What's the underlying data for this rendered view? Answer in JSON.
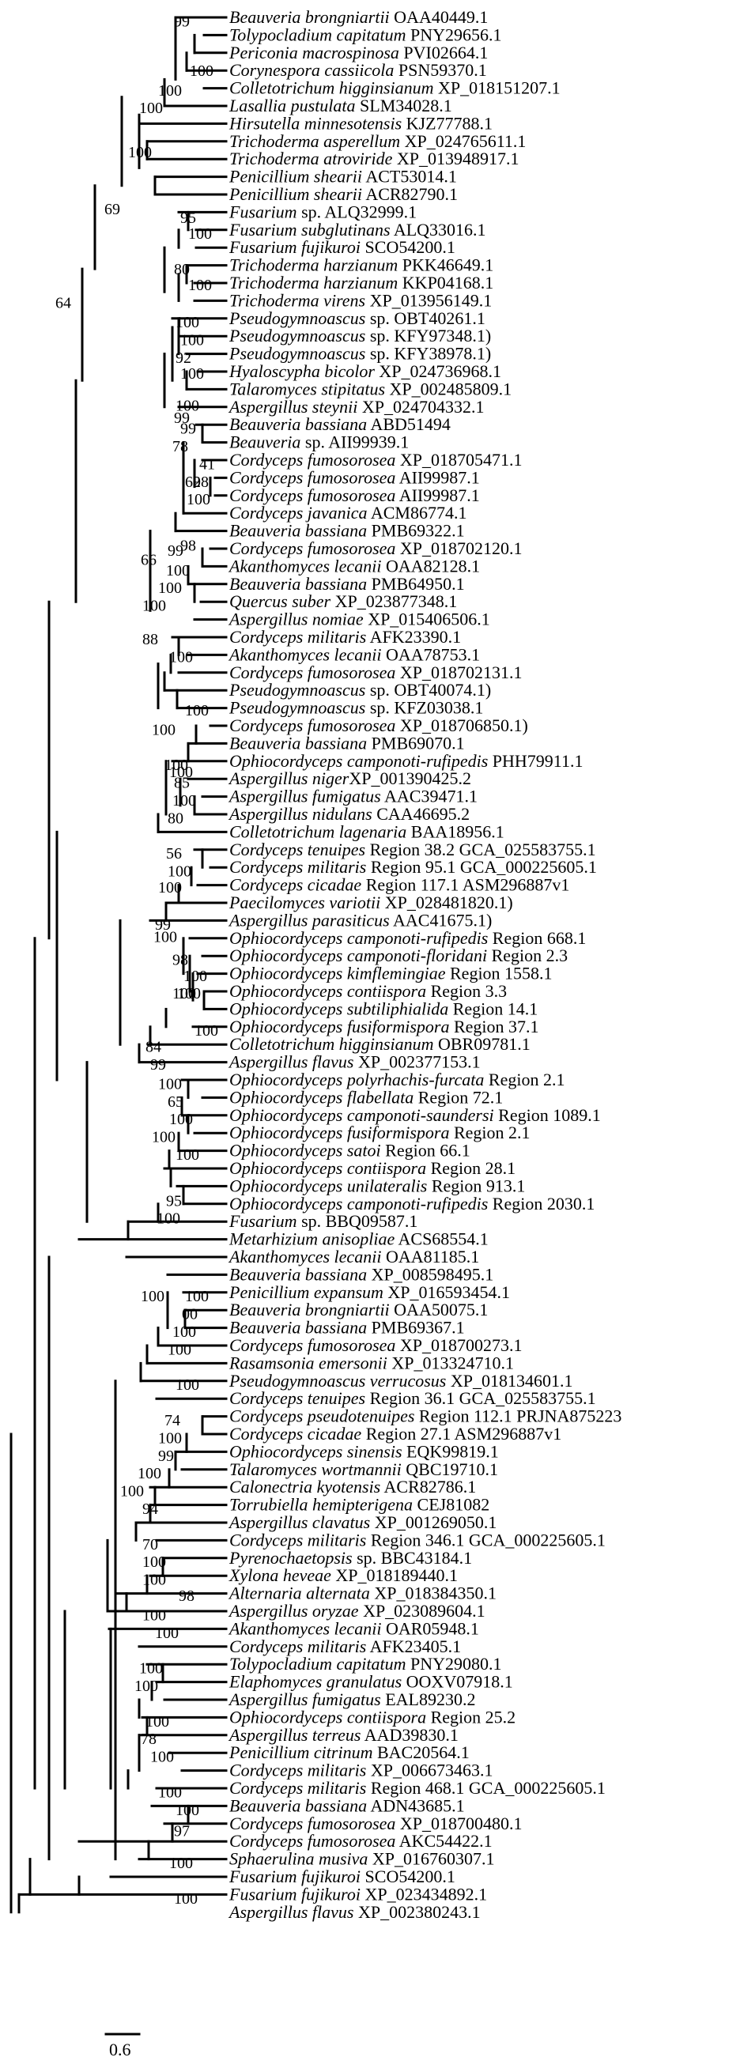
{
  "tree": {
    "taxa": [
      {
        "sp": "Beauveria brongniartii",
        "rest": " OAA40449.1"
      },
      {
        "sp": "Tolypocladium capitatum",
        "rest": " PNY29656.1"
      },
      {
        "sp": "Periconia macrospinosa",
        "rest": " PVI02664.1"
      },
      {
        "sp": "Corynespora cassiicola",
        "rest": " PSN59370.1"
      },
      {
        "sp": "Colletotrichum higginsianum",
        "rest": " XP_018151207.1"
      },
      {
        "sp": "Lasallia pustulata",
        "rest": " SLM34028.1"
      },
      {
        "sp": "Hirsutella minnesotensis",
        "rest": " KJZ77788.1"
      },
      {
        "sp": "Trichoderma asperellum",
        "rest": " XP_024765611.1"
      },
      {
        "sp": "Trichoderma atroviride",
        "rest": " XP_013948917.1"
      },
      {
        "sp": "Penicillium shearii",
        "rest": " ACT53014.1"
      },
      {
        "sp": "Penicillium shearii",
        "rest": " ACR82790.1"
      },
      {
        "sp": "Fusarium",
        "rest": " sp. ALQ32999.1"
      },
      {
        "sp": "Fusarium subglutinans",
        "rest": " ALQ33016.1"
      },
      {
        "sp": "Fusarium fujikuroi",
        "rest": " SCO54200.1"
      },
      {
        "sp": "Trichoderma harzianum",
        "rest": " PKK46649.1"
      },
      {
        "sp": "Trichoderma harzianum",
        "rest": " KKP04168.1"
      },
      {
        "sp": "Trichoderma virens",
        "rest": " XP_013956149.1"
      },
      {
        "sp": "Pseudogymnoascus",
        "rest": " sp. OBT40261.1"
      },
      {
        "sp": "Pseudogymnoascus",
        "rest": " sp. KFY97348.1)"
      },
      {
        "sp": "Pseudogymnoascus",
        "rest": " sp. KFY38978.1)"
      },
      {
        "sp": "Hyaloscypha bicolor",
        "rest": " XP_024736968.1"
      },
      {
        "sp": "Talaromyces stipitatus",
        "rest": " XP_002485809.1"
      },
      {
        "sp": "Aspergillus steynii",
        "rest": " XP_024704332.1"
      },
      {
        "sp": "Beauveria bassiana",
        "rest": " ABD51494"
      },
      {
        "sp": "Beauveria",
        "rest": " sp. AII99939.1"
      },
      {
        "sp": "Cordyceps fumosorosea",
        "rest": " XP_018705471.1"
      },
      {
        "sp": "Cordyceps fumosorosea",
        "rest": " AII99987.1"
      },
      {
        "sp": "Cordyceps fumosorosea",
        "rest": " AII99987.1"
      },
      {
        "sp": "Cordyceps javanica",
        "rest": " ACM86774.1"
      },
      {
        "sp": "Beauveria bassiana",
        "rest": " PMB69322.1"
      },
      {
        "sp": "Cordyceps fumosorosea",
        "rest": " XP_018702120.1"
      },
      {
        "sp": "Akanthomyces lecanii",
        "rest": " OAA82128.1"
      },
      {
        "sp": "Beauveria bassiana",
        "rest": " PMB64950.1"
      },
      {
        "sp": "Quercus suber",
        "rest": " XP_023877348.1"
      },
      {
        "sp": "Aspergillus nomiae",
        "rest": " XP_015406506.1"
      },
      {
        "sp": "Cordyceps militaris",
        "rest": " AFK23390.1"
      },
      {
        "sp": "Akanthomyces lecanii",
        "rest": " OAA78753.1"
      },
      {
        "sp": "Cordyceps fumosorosea",
        "rest": " XP_018702131.1"
      },
      {
        "sp": "Pseudogymnoascus",
        "rest": " sp. OBT40074.1)"
      },
      {
        "sp": "Pseudogymnoascus",
        "rest": " sp. KFZ03038.1"
      },
      {
        "sp": "Cordyceps fumosorosea",
        "rest": " XP_018706850.1)"
      },
      {
        "sp": "Beauveria bassiana",
        "rest": " PMB69070.1"
      },
      {
        "sp": "Ophiocordyceps camponoti-rufipedis",
        "rest": " PHH79911.1"
      },
      {
        "sp": "Aspergillus niger",
        "rest": "XP_001390425.2"
      },
      {
        "sp": "Aspergillus fumigatus",
        "rest": " AAC39471.1"
      },
      {
        "sp": "Aspergillus nidulans",
        "rest": " CAA46695.2"
      },
      {
        "sp": "Colletotrichum lagenaria",
        "rest": " BAA18956.1"
      },
      {
        "sp": "Cordyceps tenuipes",
        "rest": " Region 38.2 GCA_025583755.1"
      },
      {
        "sp": "Cordyceps militaris",
        "rest": " Region 95.1 GCA_000225605.1"
      },
      {
        "sp": "Cordyceps cicadae",
        "rest": " Region 117.1 ASM296887v1"
      },
      {
        "sp": "Paecilomyces variotii",
        "rest": " XP_028481820.1)"
      },
      {
        "sp": "Aspergillus parasiticus",
        "rest": " AAC41675.1)"
      },
      {
        "sp": "Ophiocordyceps camponoti-rufipedis",
        "rest": " Region 668.1"
      },
      {
        "sp": "Ophiocordyceps camponoti-floridani",
        "rest": " Region 2.3"
      },
      {
        "sp": "Ophiocordyceps kimflemingiae",
        "rest": " Region 1558.1"
      },
      {
        "sp": "Ophiocordyceps contiispora",
        "rest": " Region 3.3"
      },
      {
        "sp": "Ophiocordyceps subtiliphialida",
        "rest": " Region 14.1"
      },
      {
        "sp": "Ophiocordyceps fusiformispora",
        "rest": " Region 37.1"
      },
      {
        "sp": "Colletotrichum higginsianum",
        "rest": " OBR09781.1"
      },
      {
        "sp": "Aspergillus flavus",
        "rest": " XP_002377153.1"
      },
      {
        "sp": "Ophiocordyceps polyrhachis-furcata",
        "rest": " Region 2.1"
      },
      {
        "sp": "Ophiocordyceps flabellata",
        "rest": " Region 72.1"
      },
      {
        "sp": "Ophiocordyceps camponoti-saundersi",
        "rest": " Region 1089.1"
      },
      {
        "sp": "Ophiocordyceps fusiformispora",
        "rest": " Region 2.1"
      },
      {
        "sp": "Ophiocordyceps satoi",
        "rest": " Region 66.1"
      },
      {
        "sp": "Ophiocordyceps contiispora",
        "rest": " Region 28.1"
      },
      {
        "sp": "Ophiocordyceps unilateralis",
        "rest": " Region 913.1"
      },
      {
        "sp": "Ophiocordyceps camponoti-rufipedis",
        "rest": " Region 2030.1"
      },
      {
        "sp": "Fusarium",
        "rest": " sp. BBQ09587.1"
      },
      {
        "sp": "Metarhizium anisopliae",
        "rest": " ACS68554.1"
      },
      {
        "sp": "Akanthomyces lecanii",
        "rest": " OAA81185.1"
      },
      {
        "sp": "Beauveria bassiana",
        "rest": " XP_008598495.1"
      },
      {
        "sp": "Penicillium expansum",
        "rest": " XP_016593454.1"
      },
      {
        "sp": "Beauveria brongniartii",
        "rest": " OAA50075.1"
      },
      {
        "sp": "Beauveria bassiana",
        "rest": " PMB69367.1"
      },
      {
        "sp": "Cordyceps fumosorosea",
        "rest": " XP_018700273.1"
      },
      {
        "sp": "Rasamsonia emersonii",
        "rest": " XP_013324710.1"
      },
      {
        "sp": "Pseudogymnoascus verrucosus",
        "rest": " XP_018134601.1"
      },
      {
        "sp": "Cordyceps tenuipes",
        "rest": " Region 36.1 GCA_025583755.1"
      },
      {
        "sp": "Cordyceps pseudotenuipes",
        "rest": " Region 112.1 PRJNA875223"
      },
      {
        "sp": "Cordyceps cicadae",
        "rest": " Region 27.1 ASM296887v1"
      },
      {
        "sp": "Ophiocordyceps sinensis",
        "rest": " EQK99819.1"
      },
      {
        "sp": "Talaromyces wortmannii",
        "rest": " QBC19710.1"
      },
      {
        "sp": "Calonectria kyotensis",
        "rest": " ACR82786.1"
      },
      {
        "sp": "Torrubiella hemipterigena",
        "rest": " CEJ81082"
      },
      {
        "sp": "Aspergillus clavatus",
        "rest": " XP_001269050.1"
      },
      {
        "sp": "Cordyceps militaris",
        "rest": " Region 346.1 GCA_000225605.1"
      },
      {
        "sp": "Pyrenochaetopsis",
        "rest": " sp. BBC43184.1"
      },
      {
        "sp": "Xylona heveae",
        "rest": " XP_018189440.1"
      },
      {
        "sp": "Alternaria alternata",
        "rest": " XP_018384350.1"
      },
      {
        "sp": "Aspergillus oryzae",
        "rest": " XP_023089604.1"
      },
      {
        "sp": "Akanthomyces lecanii",
        "rest": " OAR05948.1"
      },
      {
        "sp": "Cordyceps militaris",
        "rest": " AFK23405.1"
      },
      {
        "sp": "Tolypocladium capitatum",
        "rest": " PNY29080.1"
      },
      {
        "sp": "Elaphomyces granulatus",
        "rest": " OOXV07918.1"
      },
      {
        "sp": "Aspergillus fumigatus",
        "rest": " EAL89230.2"
      },
      {
        "sp": "Ophiocordyceps contiispora",
        "rest": " Region 25.2"
      },
      {
        "sp": "Aspergillus terreus",
        "rest": " AAD39830.1"
      },
      {
        "sp": "Penicillium citrinum",
        "rest": " BAC20564.1"
      },
      {
        "sp": "Cordyceps militaris",
        "rest": " XP_006673463.1"
      },
      {
        "sp": "Cordyceps militaris",
        "rest": " Region 468.1 GCA_000225605.1"
      },
      {
        "sp": "Beauveria bassiana",
        "rest": " ADN43685.1"
      },
      {
        "sp": "Cordyceps fumosorosea",
        "rest": " XP_018700480.1"
      },
      {
        "sp": "Cordyceps fumosorosea",
        "rest": " AKC54422.1"
      },
      {
        "sp": "Sphaerulina musiva",
        "rest": " XP_016760307.1"
      },
      {
        "sp": "Fusarium fujikuroi",
        "rest": " SCO54200.1"
      },
      {
        "sp": "Fusarium fujikuroi",
        "rest": " XP_023434892.1"
      },
      {
        "sp": "Aspergillus flavus",
        "rest": " XP_002380243.1"
      }
    ],
    "support": [
      {
        "v": "99",
        "row": 0.6
      },
      {
        "v": "100",
        "row": 4.5
      },
      {
        "v": "100",
        "row": 3.4
      },
      {
        "v": "100",
        "row": 5.5
      },
      {
        "v": "100",
        "row": 8.0
      },
      {
        "v": "69",
        "row": 11.2
      },
      {
        "v": "95",
        "row": 11.7
      },
      {
        "v": "100",
        "row": 12.6
      },
      {
        "v": "80",
        "row": 14.6
      },
      {
        "v": "100",
        "row": 15.5
      },
      {
        "v": "64",
        "row": 16.5
      },
      {
        "v": "100",
        "row": 17.6
      },
      {
        "v": "100",
        "row": 18.6
      },
      {
        "v": "92",
        "row": 19.6
      },
      {
        "v": "100",
        "row": 20.5
      },
      {
        "v": "100",
        "row": 22.3
      },
      {
        "v": "99",
        "row": 23.0
      },
      {
        "v": "99",
        "row": 23.6
      },
      {
        "v": "78",
        "row": 24.6
      },
      {
        "v": "41",
        "row": 25.6
      },
      {
        "v": "98",
        "row": 26.6
      },
      {
        "v": "62",
        "row": 26.6
      },
      {
        "v": "100",
        "row": 27.6
      },
      {
        "v": "98",
        "row": 30.2
      },
      {
        "v": "99",
        "row": 30.5
      },
      {
        "v": "66",
        "row": 31.0
      },
      {
        "v": "100",
        "row": 31.6
      },
      {
        "v": "100",
        "row": 32.6
      },
      {
        "v": "100",
        "row": 33.6
      },
      {
        "v": "88",
        "row": 35.5
      },
      {
        "v": "100",
        "row": 36.5
      },
      {
        "v": "100",
        "row": 39.5
      },
      {
        "v": "100",
        "row": 40.6
      },
      {
        "v": "100",
        "row": 42.6
      },
      {
        "v": "100",
        "row": 43.0
      },
      {
        "v": "85",
        "row": 43.6
      },
      {
        "v": "100",
        "row": 44.6
      },
      {
        "v": "80",
        "row": 45.6
      },
      {
        "v": "56",
        "row": 47.6
      },
      {
        "v": "100",
        "row": 48.6
      },
      {
        "v": "100",
        "row": 49.5
      },
      {
        "v": "99",
        "row": 51.6
      },
      {
        "v": "100",
        "row": 52.3
      },
      {
        "v": "98",
        "row": 53.6
      },
      {
        "v": "100",
        "row": 54.5
      },
      {
        "v": "100",
        "row": 55.5
      },
      {
        "v": "100",
        "row": 55.5
      },
      {
        "v": "100",
        "row": 57.6
      },
      {
        "v": "84",
        "row": 58.5
      },
      {
        "v": "99",
        "row": 59.5
      },
      {
        "v": "100",
        "row": 60.6
      },
      {
        "v": "65",
        "row": 61.6
      },
      {
        "v": "100",
        "row": 62.6
      },
      {
        "v": "100",
        "row": 63.6
      },
      {
        "v": "100",
        "row": 64.6
      },
      {
        "v": "95",
        "row": 67.2
      },
      {
        "v": "100",
        "row": 68.2
      },
      {
        "v": "100",
        "row": 72.6
      },
      {
        "v": "100",
        "row": 72.6
      },
      {
        "v": "00",
        "row": 73.6
      },
      {
        "v": "100",
        "row": 74.6
      },
      {
        "v": "100",
        "row": 75.6
      },
      {
        "v": "100",
        "row": 77.6
      },
      {
        "v": "74",
        "row": 79.6
      },
      {
        "v": "100",
        "row": 80.6
      },
      {
        "v": "99",
        "row": 81.6
      },
      {
        "v": "100",
        "row": 82.6
      },
      {
        "v": "100",
        "row": 83.6
      },
      {
        "v": "94",
        "row": 84.6
      },
      {
        "v": "70",
        "row": 86.6
      },
      {
        "v": "100",
        "row": 87.6
      },
      {
        "v": "100",
        "row": 88.6
      },
      {
        "v": "100",
        "row": 90.6
      },
      {
        "v": "100",
        "row": 91.6
      },
      {
        "v": "100",
        "row": 93.6
      },
      {
        "v": "100",
        "row": 94.6
      },
      {
        "v": "100",
        "row": 96.6
      },
      {
        "v": "78",
        "row": 97.6
      },
      {
        "v": "100",
        "row": 98.6
      },
      {
        "v": "100",
        "row": 100.6
      },
      {
        "v": "100",
        "row": 101.6
      },
      {
        "v": "97",
        "row": 102.8
      },
      {
        "v": "100",
        "row": 104.6
      },
      {
        "v": "100",
        "row": 106.6
      },
      {
        "v": "98",
        "row": 89.5
      }
    ],
    "scale_label": "0.6"
  }
}
